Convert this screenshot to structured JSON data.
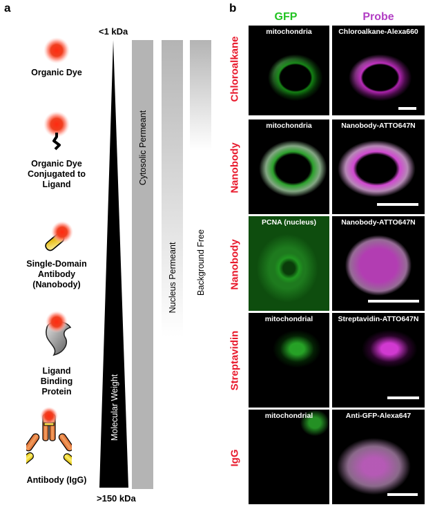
{
  "panel_a": {
    "letter": "a",
    "top_label": "<1 kDa",
    "bottom_label": ">150 kDa",
    "triangle_label": "Molecular Weight",
    "probes": [
      {
        "label": "Organic Dye",
        "icon": "organic-dye-icon"
      },
      {
        "label": "Organic Dye Conjugated to Ligand",
        "icon": "dye-ligand-icon"
      },
      {
        "label": "Single-Domain Antibody (Nanobody)",
        "icon": "nanobody-icon"
      },
      {
        "label": "Ligand Binding Protein",
        "icon": "ligand-binding-protein-icon"
      },
      {
        "label": "Antibody (IgG)",
        "icon": "igg-antibody-icon"
      }
    ],
    "bars": [
      {
        "label": "Cytosolic Permeant"
      },
      {
        "label": "Nucleus Permeant"
      },
      {
        "label": "Background Free"
      }
    ]
  },
  "panel_b": {
    "letter": "b",
    "columns": [
      "GFP",
      "Probe"
    ],
    "column_colors": [
      "#21c321",
      "#b23ec4"
    ],
    "rows": [
      {
        "label": "Chloroalkane",
        "gfp_label": "mitochondria",
        "probe_label": "Chloroalkane-Alexa660"
      },
      {
        "label": "Nanobody",
        "gfp_label": "mitochondria",
        "probe_label": "Nanobody-ATTO647N"
      },
      {
        "label": "Nanobody",
        "gfp_label": "PCNA (nucleus)",
        "probe_label": "Nanobody-ATTO647N"
      },
      {
        "label": "Streptavidin",
        "gfp_label": "mitochondrial",
        "probe_label": "Streptavidin-ATTO647N"
      },
      {
        "label": "IgG",
        "gfp_label": "mitochondrial",
        "probe_label": "Anti-GFP-Alexa647"
      }
    ]
  }
}
